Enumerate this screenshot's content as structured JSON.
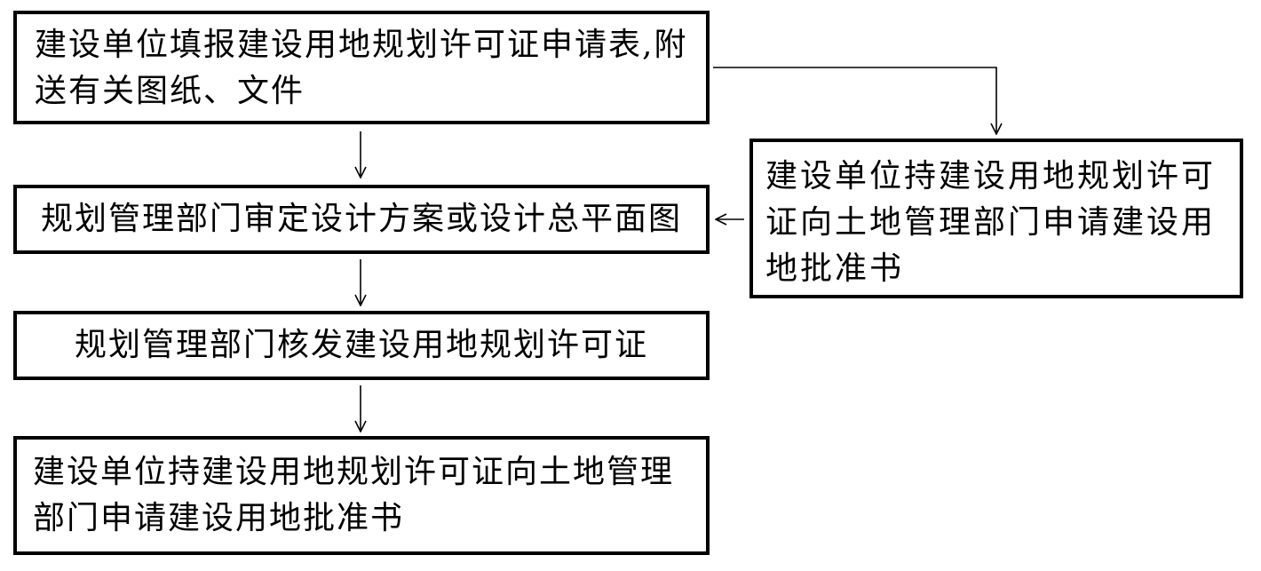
{
  "flowchart": {
    "nodes": [
      {
        "id": "apply",
        "text": "建设单位填报建设用地规划许可证申请表,附送有关图纸、文件"
      },
      {
        "id": "review",
        "text": "规划管理部门审定设计方案或设计总平面图"
      },
      {
        "id": "issue",
        "text": "规划管理部门核发建设用地规划许可证"
      },
      {
        "id": "land-approval",
        "text": "建设单位持建设用地规划许可证向土地管理部门申请建设用地批准书"
      },
      {
        "id": "side-land-approval",
        "text": "建设单位持建设用地规划许可证向土地管理部门申请建设用地批准书"
      }
    ],
    "edges": [
      {
        "from": "apply",
        "to": "review"
      },
      {
        "from": "review",
        "to": "issue"
      },
      {
        "from": "issue",
        "to": "land-approval"
      },
      {
        "from": "apply",
        "to": "side-land-approval"
      },
      {
        "from": "side-land-approval",
        "to": "review"
      }
    ],
    "line_color": "#000000"
  }
}
